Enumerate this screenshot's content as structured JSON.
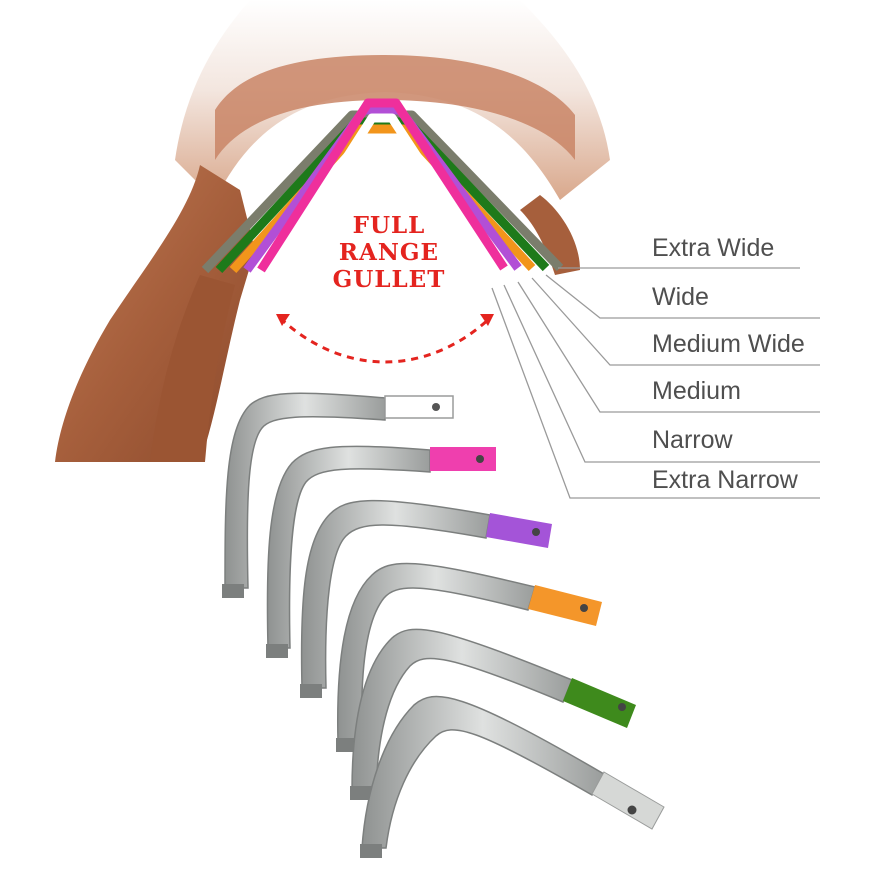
{
  "hero": {
    "line1": "FULL",
    "line2": "RANGE",
    "line3": "GULLET"
  },
  "sizes": [
    {
      "label": "Extra Wide",
      "color": "#7b7d6c"
    },
    {
      "label": "Wide",
      "color": "#1e7a1a"
    },
    {
      "label": "Medium Wide",
      "color": "#f2951b"
    },
    {
      "label": "Medium",
      "color": "#b24fd6"
    },
    {
      "label": "Narrow",
      "color": "#ef2f9c"
    },
    {
      "label": "Extra Narrow",
      "color": "#ffffff"
    }
  ],
  "colors": {
    "saddle_leather": "#b6704a",
    "arrow": "#e4241f",
    "bar_metal": "#c4c6c5",
    "tab_extra_narrow": "#ffffff",
    "tab_narrow": "#ef3fae",
    "tab_medium": "#a454d8",
    "tab_medium_wide": "#f4962a",
    "tab_wide": "#3e8a1c",
    "tab_extra_wide": "#d6d8d6"
  }
}
